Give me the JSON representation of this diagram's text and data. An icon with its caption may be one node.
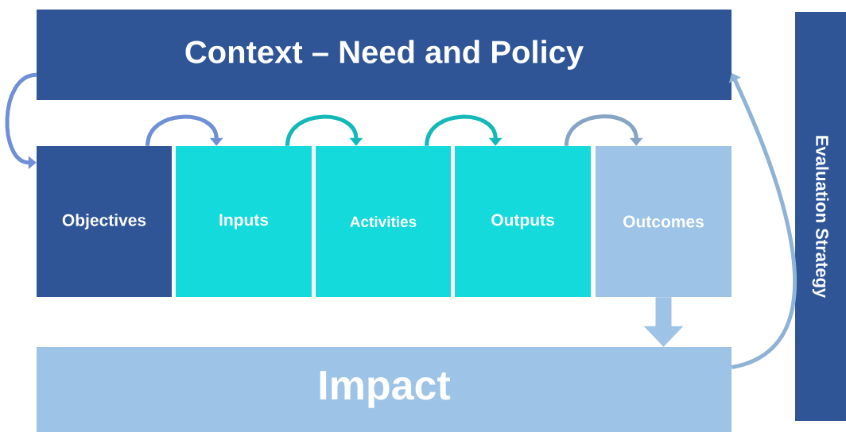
{
  "diagram": {
    "nodes": [
      {
        "text": [
          "Context – Need and Policy"
        ]
      },
      {
        "text": [
          "Objectives"
        ]
      },
      {
        "text": [
          "Inputs"
        ]
      },
      {
        "text": [
          "Activities"
        ]
      },
      {
        "text": [
          "Outputs"
        ]
      },
      {
        "text": [
          "Outcomes"
        ]
      },
      {
        "text": [
          "Impact"
        ]
      },
      {
        "text": [
          "Evaluation Strategy"
        ]
      }
    ],
    "edges": [
      {
        "from": 0,
        "to": 1,
        "arrow": "to",
        "color": "#6f8fd6"
      },
      {
        "from": 1,
        "to": 2,
        "arrow": "to",
        "color": "#6f8fd6"
      },
      {
        "from": 2,
        "to": 3,
        "arrow": "to",
        "color": "#14b8b8"
      },
      {
        "from": 3,
        "to": 4,
        "arrow": "to",
        "color": "#14b8b8"
      },
      {
        "from": 4,
        "to": 5,
        "arrow": "to",
        "color": "#86a4c4"
      },
      {
        "from": 5,
        "to": 6,
        "arrow": "to",
        "color": "#9dc3e6",
        "style": "thick"
      },
      {
        "from": 6,
        "to": 0,
        "arrow": "to",
        "color": "#8fb3d6"
      }
    ]
  }
}
